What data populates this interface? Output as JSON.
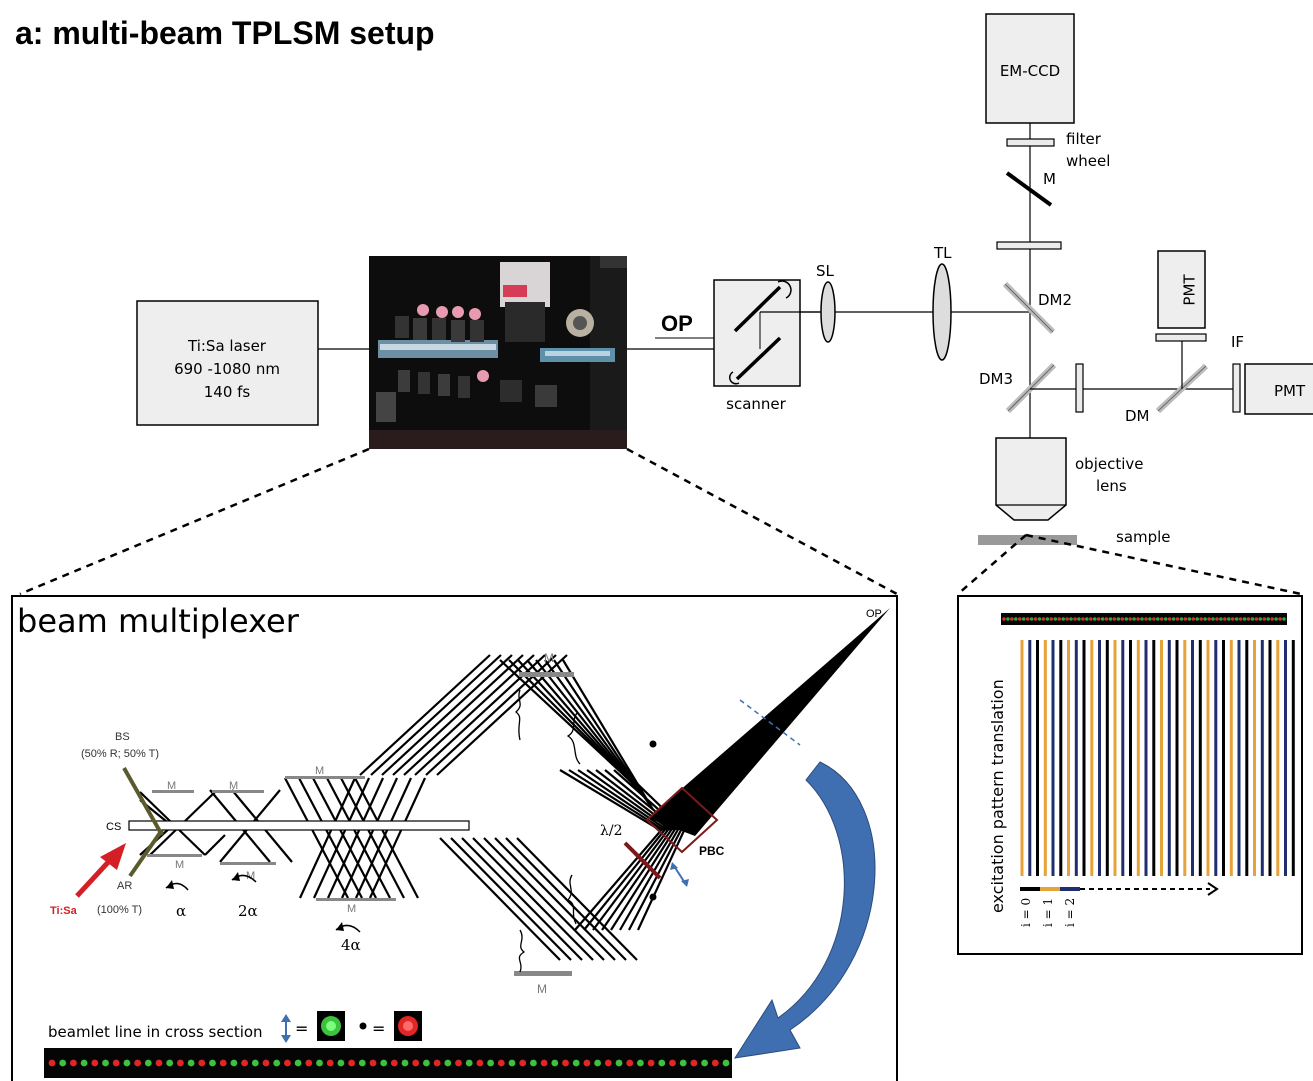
{
  "title": "a: multi-beam TPLSM setup",
  "labels": {
    "laser": [
      "Ti:Sa laser",
      "690 -1080 nm",
      "140 fs"
    ],
    "op": "OP",
    "scanner": "scanner",
    "sl": "SL",
    "tl": "TL",
    "emccd": "EM-CCD",
    "filter_wheel": [
      "filter",
      "wheel"
    ],
    "m": "M",
    "dm2": "DM2",
    "dm3": "DM3",
    "dm": "DM",
    "pmt": "PMT",
    "if": "IF",
    "objective": [
      "objective",
      "lens"
    ],
    "sample": "sample"
  },
  "multiplexer": {
    "title": "beam multiplexer",
    "op": "OP",
    "bs": [
      "BS",
      "(50% R; 50% T)"
    ],
    "cs": "CS",
    "ar": [
      "AR",
      "(100% T)"
    ],
    "tisa": "Ti:Sa",
    "m": "M",
    "alpha": "α",
    "alpha2": "2α",
    "alpha4": "4α",
    "lambda2": "λ/2",
    "pbc": "PBC",
    "beamlet_caption": "beamlet line in cross section",
    "eq": "="
  },
  "pattern": {
    "ylabel": "excitation pattern translation",
    "indices": [
      "i = 0",
      "i = 1",
      "i = 2"
    ]
  },
  "colors": {
    "orange": "#e8a23a",
    "navy": "#1f2f6e",
    "red_arrow": "#d41f26",
    "blue_arrow": "#3f6fb0",
    "bs_olive": "#5b5a2e",
    "pbc_red": "#7a1a1a"
  }
}
